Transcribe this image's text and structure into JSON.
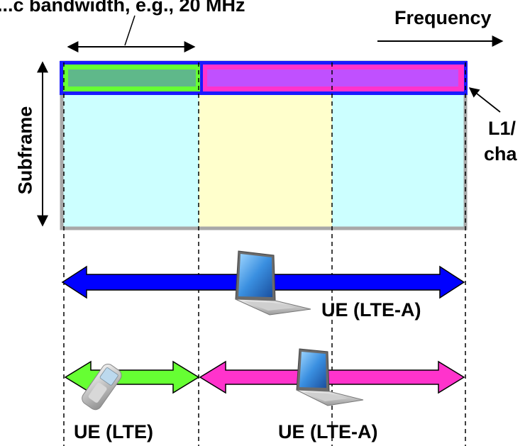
{
  "labels": {
    "component_bandwidth": "...c bandwidth, e.g., 20 MHz",
    "frequency": "Frequency",
    "subframe": "Subframe",
    "l1l2_line1": "L1/",
    "l1l2_line2": "cha",
    "ue_lte_a_wide": "UE (LTE-A)",
    "ue_lte": "UE (LTE)",
    "ue_lte_a_narrow": "UE (LTE-A)"
  },
  "colors": {
    "control_border": "#1a1aff",
    "control_green_region": "#5fb88a",
    "control_green_border": "#66ff33",
    "control_magenta_region": "#c050ff",
    "control_magenta_border": "#ff33cc",
    "data_cyan": "#ccffff",
    "data_yellow": "#ffffcc",
    "frame_gray": "#a8a8a8",
    "arrow_blue": "#0000ff",
    "arrow_green": "#66ff33",
    "arrow_magenta": "#ff33cc"
  },
  "icons": [
    "laptop-icon",
    "mobile-phone-icon",
    "laptop-icon"
  ]
}
